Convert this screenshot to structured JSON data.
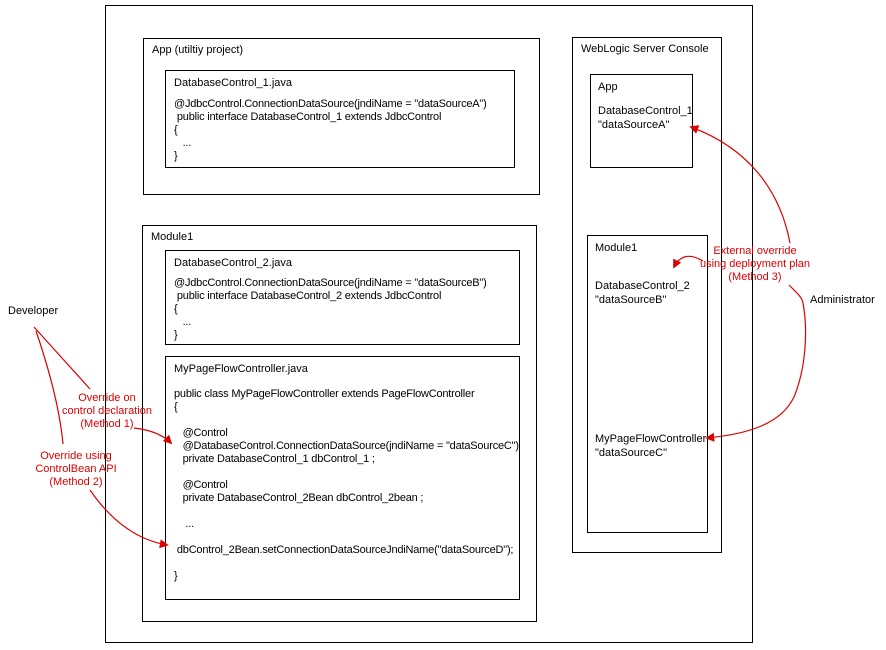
{
  "colors": {
    "annotation_red": "#dd0000",
    "line_black": "#000000"
  },
  "actors": {
    "developer": "Developer",
    "administrator": "Administrator"
  },
  "app_project": {
    "title": "App (utiltiy project)",
    "file1": {
      "name": "DatabaseControl_1.java",
      "lines": [
        "@JdbcControl.ConnectionDataSource(jndiName = \"dataSourceA\")",
        " public interface DatabaseControl_1 extends JdbcControl",
        "{",
        "   ...",
        "}"
      ]
    }
  },
  "module1": {
    "title": "Module1",
    "file2": {
      "name": "DatabaseControl_2.java",
      "lines": [
        "@JdbcControl.ConnectionDataSource(jndiName = \"dataSourceB\")",
        " public interface DatabaseControl_2 extends JdbcControl",
        "{",
        "   ...",
        "}"
      ]
    },
    "file3": {
      "name": "MyPageFlowController.java",
      "lines": [
        "public class MyPageFlowController extends PageFlowController",
        "{",
        "",
        "   @Control",
        "   @DatabaseControl.ConnectionDataSource(jndiName = \"dataSourceC\")",
        "   private DatabaseControl_1 dbControl_1 ;",
        "",
        "   @Control",
        "   private DatabaseControl_2Bean dbControl_2bean ;",
        "",
        "    ...",
        "",
        " dbControl_2Bean.setConnectionDataSourceJndiName(\"dataSourceD\");",
        "",
        "}"
      ]
    }
  },
  "console": {
    "title": "WebLogic Server Console",
    "app_box": {
      "title": "App",
      "control": "DatabaseControl_1",
      "datasource": "\"dataSourceA\""
    },
    "module_box": {
      "title": "Module1",
      "control": "DatabaseControl_2",
      "datasource": "\"dataSourceB\"",
      "controller": "MyPageFlowController",
      "controller_datasource": "\"dataSourceC\""
    }
  },
  "annotations": {
    "method1": "Override on\ncontrol declaration\n(Method 1)",
    "method2": "Override using\nControlBean API\n(Method 2)",
    "method3": "External override\nusing deployment plan\n(Method 3)"
  }
}
